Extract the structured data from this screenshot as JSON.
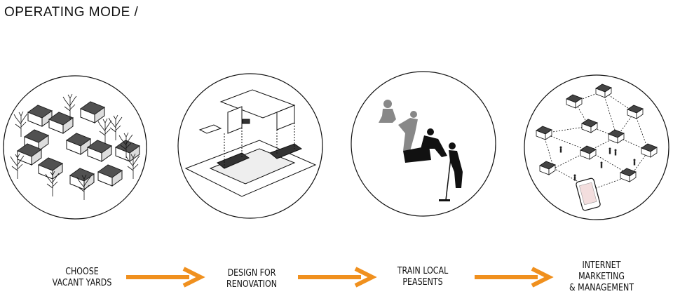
{
  "title": "OPERATING MODE /",
  "steps": [
    {
      "lines": [
        "CHOOSE",
        "VACANT YARDS"
      ],
      "icon": "village-illustration"
    },
    {
      "lines": [
        "DESIGN FOR",
        "RENOVATION"
      ],
      "icon": "axonometric-house-illustration"
    },
    {
      "lines": [
        "TRAIN  LOCAL",
        "PEASENTS"
      ],
      "icon": "workers-illustration"
    },
    {
      "lines": [
        "INTERNET",
        "MARKETING",
        "& MANAGEMENT"
      ],
      "icon": "network-illustration"
    }
  ],
  "colors": {
    "arrow": "#F0901E",
    "line": "#111111",
    "figure_gray": "#777777"
  }
}
